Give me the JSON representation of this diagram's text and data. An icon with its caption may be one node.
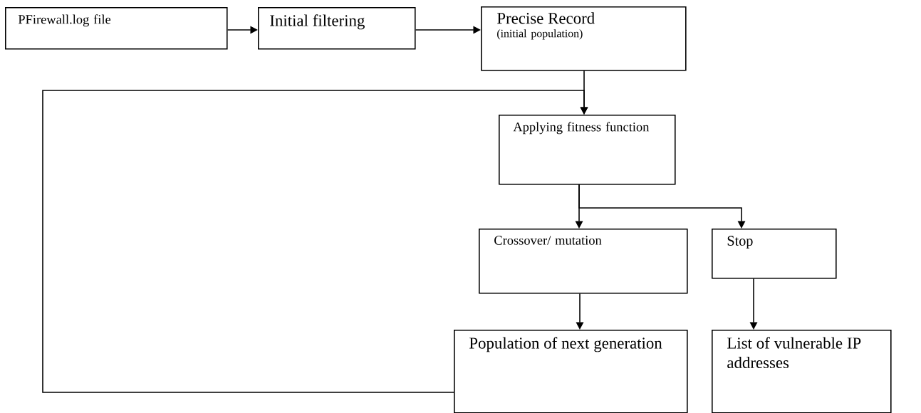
{
  "diagram": {
    "nodes": [
      {
        "text": [
          "PFirewall.log file"
        ]
      },
      {
        "text": [
          "Initial filtering"
        ]
      },
      {
        "text": [
          "Precise Record",
          "(initial population)"
        ]
      },
      {
        "text": [
          "Applying fitness function"
        ]
      },
      {
        "text": [
          "Crossover/ mutation"
        ]
      },
      {
        "text": [
          "Stop"
        ]
      },
      {
        "text": [
          "Population of next generation"
        ]
      },
      {
        "text": [
          "List of vulnerable IP addresses"
        ]
      }
    ],
    "edges": [
      {
        "from": 0,
        "to": 1,
        "arrow": "to"
      },
      {
        "from": 1,
        "to": 2,
        "arrow": "to"
      },
      {
        "from": 2,
        "to": 3,
        "arrow": "to"
      },
      {
        "from": 3,
        "to": 4,
        "arrow": "to"
      },
      {
        "from": 3,
        "to": 5,
        "arrow": "to"
      },
      {
        "from": 4,
        "to": 6,
        "arrow": "to"
      },
      {
        "from": 5,
        "to": 7,
        "arrow": "to"
      },
      {
        "from": 6,
        "to": 3,
        "arrow": "to"
      }
    ]
  }
}
